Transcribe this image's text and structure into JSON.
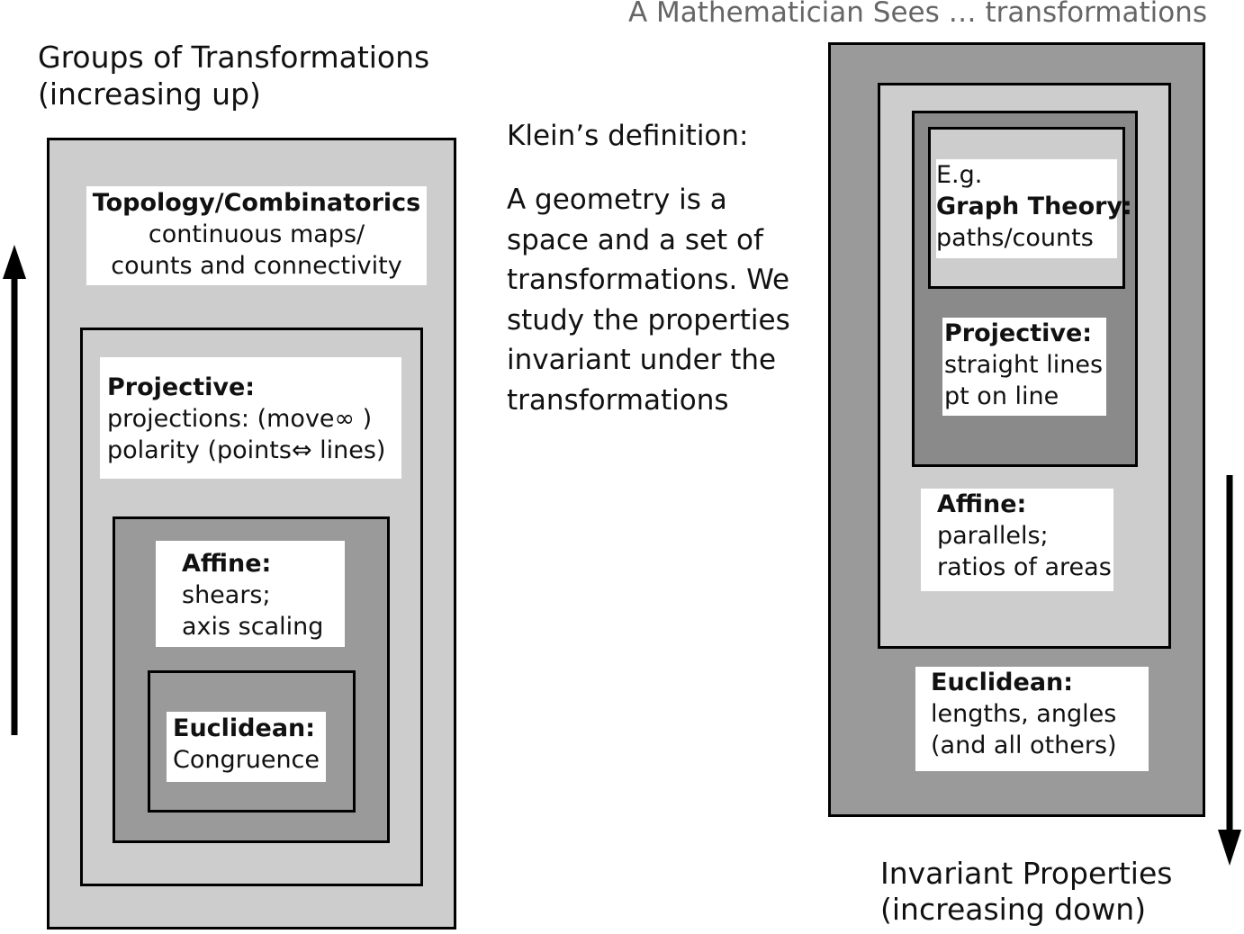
{
  "header": "A Mathematician Sees … transformations",
  "left": {
    "title_line1": "Groups of  Transformations",
    "title_line2": "(increasing up)",
    "topology": {
      "heading": "Topology/Combinatorics",
      "line1": "continuous maps/",
      "line2": "counts and connectivity"
    },
    "projective": {
      "heading": "Projective:",
      "line1": "projections: (move∞ )",
      "line2": "polarity (points⇔ lines)"
    },
    "affine": {
      "heading": "Affine:",
      "line1": "shears;",
      "line2": "axis scaling"
    },
    "euclidean": {
      "heading": "Euclidean:",
      "line1": "Congruence"
    }
  },
  "middle": {
    "heading": "Klein’s definition:",
    "lines": [
      "A geometry is a",
      "space and a set of",
      "transformations.  We",
      "study the properties",
      "invariant under the",
      "transformations"
    ]
  },
  "right": {
    "graph": {
      "line1": "E.g.",
      "heading": "Graph Theory:",
      "line2": "paths/counts"
    },
    "projective": {
      "heading": "Projective:",
      "line1": "straight lines",
      "line2": "pt on line"
    },
    "affine": {
      "heading": "Affine:",
      "line1": "parallels;",
      "line2": "ratios of areas"
    },
    "euclidean": {
      "heading": "Euclidean:",
      "line1": "lengths, angles",
      "line2": "(and all others)"
    },
    "title_line1": "Invariant Properties",
    "title_line2": "(increasing down)"
  }
}
